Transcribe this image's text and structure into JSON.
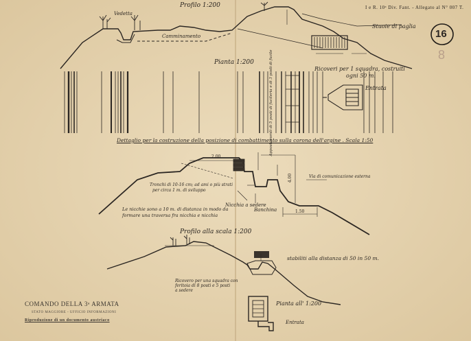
{
  "header": {
    "ref": "I e R. 10ᵃ Div. Fant. - Allegato al N° 007 T."
  },
  "sheet_number": "16",
  "sheet_number_pencil": "8",
  "top_section": {
    "profile_title": "Profilo 1:200",
    "vedetta": "Vedetta",
    "camminamento": "Camminamento",
    "stuoie": "Stuoie di paglia",
    "plan_title": "Pianta 1:200",
    "ricoveri": "Ricoveri per 1 squadra, costruiti",
    "ricoveri_2": "ogni 50 m.",
    "entrata": "Entrata",
    "vertical_label": "Appostamenti di 5 posti di fucileria e di 3 posti di fucile"
  },
  "middle_section": {
    "title": "Dettaglio per la costruzione della posizione di combattimento sulla corona dell'argine . Scala 1:50",
    "dim_top": "2.00",
    "dim_right": "4.00",
    "dim_bottom": "1.50",
    "tronchi_1": "Tronchi di 10-16 cm; ad ami o più strati",
    "tronchi_2": "per circa 1 m. di sviluppo",
    "nicchia": "Nicchia a sedere",
    "banchina": "Banchina",
    "via": "Via di comunicazione esterna",
    "nicchie_1": "Le nicchie sono a 10 m. di distanza in modo da",
    "nicchie_2": "formare una traversa fra nicchia e nicchia"
  },
  "bottom_section": {
    "profile_title": "Profilo alla scala 1:200",
    "stabiliti": "stabiliti alla distanza di 50 in 50 m.",
    "ricovero_1": "Ricovero per una squadra con",
    "ricovero_2": "feritoia di 8 posti e 5 posti",
    "ricovero_3": "a sedere",
    "plan_title": "Pianta all' 1:200",
    "entrata": "Entrata"
  },
  "footer": {
    "command": "COMANDO DELLA 3ᵃ ARMATA",
    "office": "STATO MAGGIORE - UFFICIO INFORMAZIONI",
    "reproduction": "Riproduzione di un documento austriaco"
  }
}
